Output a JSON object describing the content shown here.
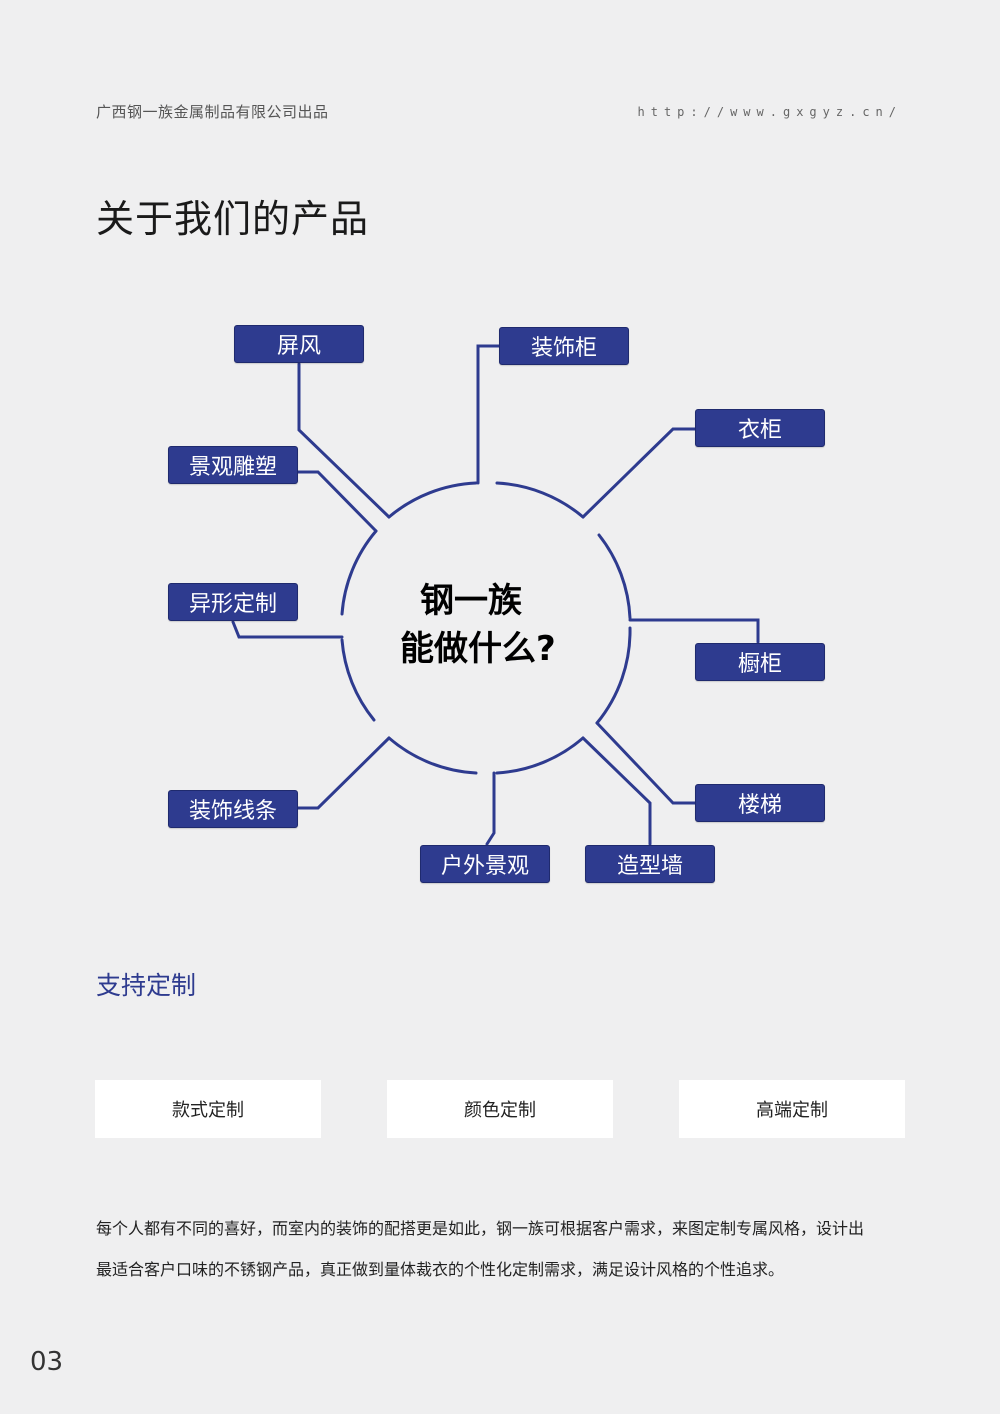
{
  "header": {
    "company": "广西钢一族金属制品有限公司出品",
    "url": "http://www.gxgyz.cn/"
  },
  "title": "关于我们的产品",
  "diagram": {
    "center_line1": "钢一族",
    "center_line2": "能做什么?",
    "nodes": {
      "screen": "屏风",
      "decorative_cabinet": "装饰柜",
      "wardrobe": "衣柜",
      "landscape_sculpture": "景观雕塑",
      "special_shape": "异形定制",
      "cupboard": "橱柜",
      "stairs": "楼梯",
      "decorative_lines": "装饰线条",
      "outdoor_landscape": "户外景观",
      "feature_wall": "造型墙"
    },
    "accent_color": "#2e3b8f"
  },
  "customization": {
    "heading": "支持定制",
    "cards": [
      "款式定制",
      "颜色定制",
      "高端定制"
    ]
  },
  "description": {
    "line1": "每个人都有不同的喜好，而室内的装饰的配搭更是如此，钢一族可根据客户需求，来图定制专属风格，设计出",
    "line2": "最适合客户口味的不锈钢产品，真正做到量体裁衣的个性化定制需求，满足设计风格的个性追求。"
  },
  "page_number": "03"
}
